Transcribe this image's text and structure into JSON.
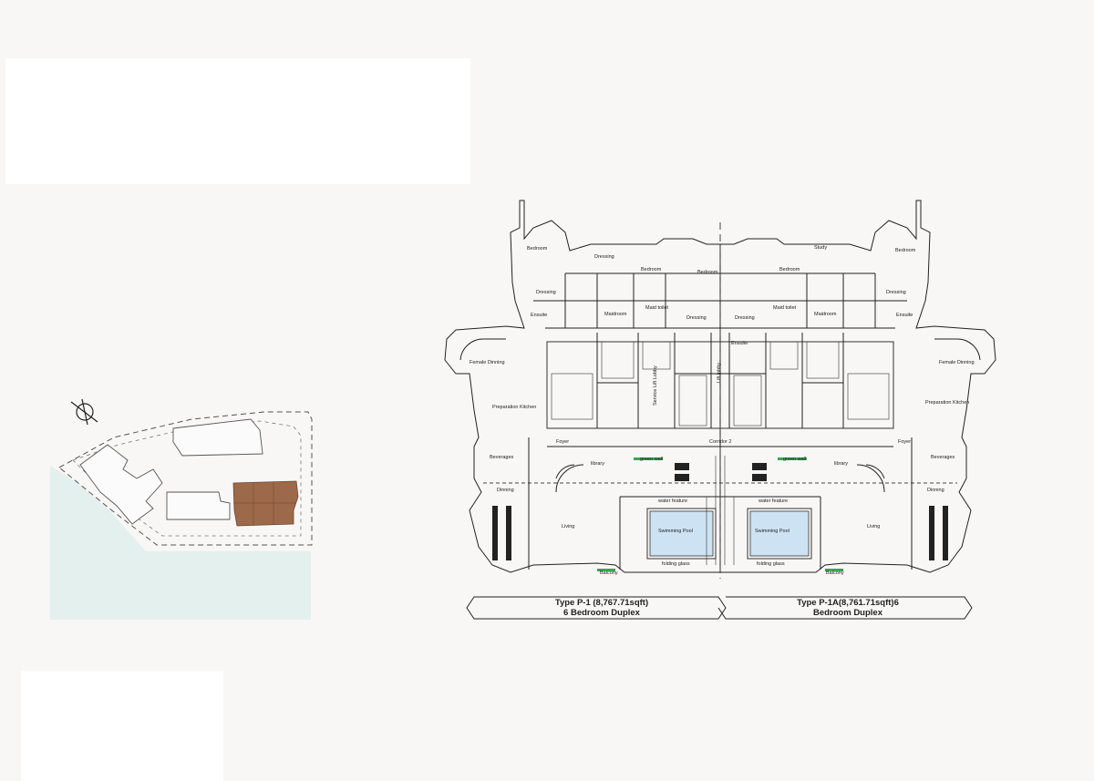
{
  "plan": {
    "left_label_line1": "Type P-1 (8,767.71sqft)",
    "left_label_line2": "6 Bedroom Duplex",
    "right_label_line1": "Type P-1A(8,761.71sqft)6",
    "right_label_line2": "Bedroom Duplex",
    "rooms": {
      "bedroom": "Bedroom",
      "study": "Study",
      "dressing": "Dressing",
      "ensuite": "Ensuite",
      "maidroom": "Maidroom",
      "maid_toilet": "Maid toilet",
      "female_dinning": "Female Dinning",
      "preparation_kitchen": "Preparation Kitchen",
      "service_lift_lobby": "Service Lift Lobby",
      "lift_lobby": "Lift lobby",
      "foyer": "Foyer",
      "corridor": "Corridor 2",
      "beverages": "Beverages",
      "library": "library",
      "green_wall": "green wall",
      "dinning": "Dinning",
      "water_feature": "water feature",
      "swimming_pool": "Swimming Pool",
      "living": "Living",
      "folding_glass": "folding glass",
      "balcony": "Balcony"
    }
  },
  "colors": {
    "background": "#f8f7f5",
    "panel": "#ffffff",
    "water": "#e3f0ee",
    "highlight": "#9c6a4a",
    "pool": "#cde3f4",
    "green_wall": "#3aa655",
    "line": "#222222"
  },
  "icons": [
    "compass-icon"
  ]
}
